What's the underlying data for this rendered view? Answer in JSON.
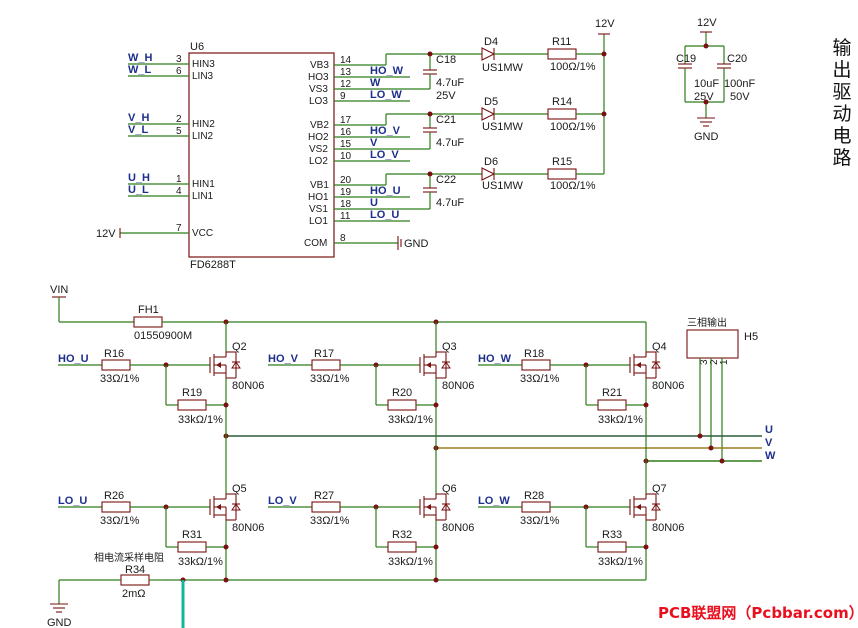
{
  "side_title": "输出驱动电路",
  "watermark": "PCB联盟网（Pcbbar.com）",
  "ic": {
    "ref": "U6",
    "part": "FD6288T",
    "left_pins": [
      {
        "num": "3",
        "name": "HIN3",
        "net": "W_H"
      },
      {
        "num": "6",
        "name": "LIN3",
        "net": "W_L"
      },
      {
        "num": "2",
        "name": "HIN2",
        "net": "V_H"
      },
      {
        "num": "5",
        "name": "LIN2",
        "net": "V_L"
      },
      {
        "num": "1",
        "name": "HIN1",
        "net": "U_H"
      },
      {
        "num": "4",
        "name": "LIN1",
        "net": "U_L"
      },
      {
        "num": "7",
        "name": "VCC",
        "net": "12V"
      }
    ],
    "right_pins": [
      {
        "num": "14",
        "name": "VB3",
        "net": ""
      },
      {
        "num": "13",
        "name": "HO3",
        "net": "HO_W"
      },
      {
        "num": "12",
        "name": "VS3",
        "net": "W"
      },
      {
        "num": "9",
        "name": "LO3",
        "net": "LO_W"
      },
      {
        "num": "17",
        "name": "VB2",
        "net": ""
      },
      {
        "num": "16",
        "name": "HO2",
        "net": "HO_V"
      },
      {
        "num": "15",
        "name": "VS2",
        "net": "V"
      },
      {
        "num": "10",
        "name": "LO2",
        "net": "LO_V"
      },
      {
        "num": "20",
        "name": "VB1",
        "net": ""
      },
      {
        "num": "19",
        "name": "HO1",
        "net": "HO_U"
      },
      {
        "num": "18",
        "name": "VS1",
        "net": "U"
      },
      {
        "num": "11",
        "name": "LO1",
        "net": "LO_U"
      },
      {
        "num": "8",
        "name": "COM",
        "net": "GND"
      }
    ]
  },
  "bootstrap": [
    {
      "cap": "C18",
      "cap_val": "4.7uF",
      "cap_volt": "25V",
      "diode": "D4",
      "diode_part": "US1MW",
      "res": "R11",
      "res_val": "100Ω/1%"
    },
    {
      "cap": "C21",
      "cap_val": "4.7uF",
      "cap_volt": "",
      "diode": "D5",
      "diode_part": "US1MW",
      "res": "R14",
      "res_val": "100Ω/1%"
    },
    {
      "cap": "C22",
      "cap_val": "4.7uF",
      "cap_volt": "",
      "diode": "D6",
      "diode_part": "US1MW",
      "res": "R15",
      "res_val": "100Ω/1%"
    }
  ],
  "supply": {
    "rail": "12V",
    "c19": "C19",
    "c19_val": "10uF",
    "c19_volt": "25V",
    "c20": "C20",
    "c20_val": "100nF",
    "c20_volt": "50V",
    "gnd": "GND"
  },
  "power": {
    "vin": "VIN",
    "fuse": "FH1",
    "fuse_part": "01550900M",
    "conn_title": "三相输出",
    "conn_ref": "H5",
    "conn_pins": [
      "3",
      "2",
      "1"
    ],
    "phases": [
      "U",
      "V",
      "W"
    ],
    "shunt_label": "相电流采样电阻",
    "shunt": "R34",
    "shunt_val": "2mΩ",
    "gnd": "GND"
  },
  "high_side": [
    {
      "net": "HO_U",
      "r_gate": "R16",
      "r_gate_val": "33Ω/1%",
      "r_pd": "R19",
      "r_pd_val": "33kΩ/1%",
      "q": "Q2",
      "q_part": "80N06"
    },
    {
      "net": "HO_V",
      "r_gate": "R17",
      "r_gate_val": "33Ω/1%",
      "r_pd": "R20",
      "r_pd_val": "33kΩ/1%",
      "q": "Q3",
      "q_part": "80N06"
    },
    {
      "net": "HO_W",
      "r_gate": "R18",
      "r_gate_val": "33Ω/1%",
      "r_pd": "R21",
      "r_pd_val": "33kΩ/1%",
      "q": "Q4",
      "q_part": "80N06"
    }
  ],
  "low_side": [
    {
      "net": "LO_U",
      "r_gate": "R26",
      "r_gate_val": "33Ω/1%",
      "r_pd": "R31",
      "r_pd_val": "33kΩ/1%",
      "q": "Q5",
      "q_part": "80N06"
    },
    {
      "net": "LO_V",
      "r_gate": "R27",
      "r_gate_val": "33Ω/1%",
      "r_pd": "R32",
      "r_pd_val": "33kΩ/1%",
      "q": "Q6",
      "q_part": "80N06"
    },
    {
      "net": "LO_W",
      "r_gate": "R28",
      "r_gate_val": "33Ω/1%",
      "r_pd": "R33",
      "r_pd_val": "33kΩ/1%",
      "q": "Q7",
      "q_part": "80N06"
    }
  ]
}
